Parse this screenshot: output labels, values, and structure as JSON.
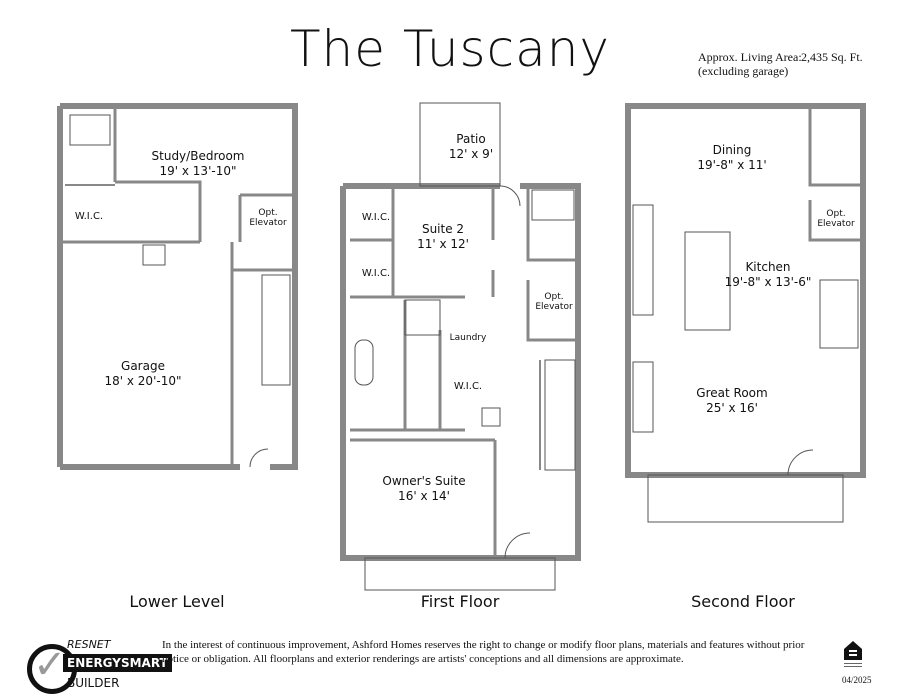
{
  "title": "The Tuscany",
  "living_area": {
    "label": "Approx. Living Area:",
    "value": "2,435 Sq. Ft.",
    "note": "(excluding garage)"
  },
  "levels": [
    {
      "name": "Lower Level",
      "rooms": [
        {
          "name": "Study/Bedroom",
          "dims": "19' x 13'-10\""
        },
        {
          "name": "W.I.C.",
          "dims": ""
        },
        {
          "name": "Opt. Elevator",
          "dims": ""
        },
        {
          "name": "Garage",
          "dims": "18' x 20'-10\""
        }
      ]
    },
    {
      "name": "First Floor",
      "rooms": [
        {
          "name": "Patio",
          "dims": "12' x 9'"
        },
        {
          "name": "Suite 2",
          "dims": "11' x 12'"
        },
        {
          "name": "W.I.C.",
          "dims": ""
        },
        {
          "name": "W.I.C.",
          "dims": ""
        },
        {
          "name": "Opt. Elevator",
          "dims": ""
        },
        {
          "name": "Laundry",
          "dims": ""
        },
        {
          "name": "W.I.C.",
          "dims": ""
        },
        {
          "name": "Owner's Suite",
          "dims": "16' x 14'"
        }
      ]
    },
    {
      "name": "Second Floor",
      "rooms": [
        {
          "name": "Dining",
          "dims": "19'-8\" x 11'"
        },
        {
          "name": "Opt. Elevator",
          "dims": ""
        },
        {
          "name": "Kitchen",
          "dims": "19'-8\" x 13'-6\""
        },
        {
          "name": "Great Room",
          "dims": "25' x 16'"
        }
      ]
    }
  ],
  "footer": {
    "disclaimer": "In the interest of continuous improvement, Ashford Homes reserves the right to change or modify floor plans, materials and features without prior notice or obligation.  All floorplans and exterior renderings are artists' conceptions and all dimensions are approximate.",
    "date": "04/2025"
  },
  "logo": {
    "resnet": "RESNET",
    "energysmart": "ENERGYSMART",
    "builder": "BUILDER"
  },
  "colors": {
    "wall": "#888888",
    "line": "#555555"
  }
}
